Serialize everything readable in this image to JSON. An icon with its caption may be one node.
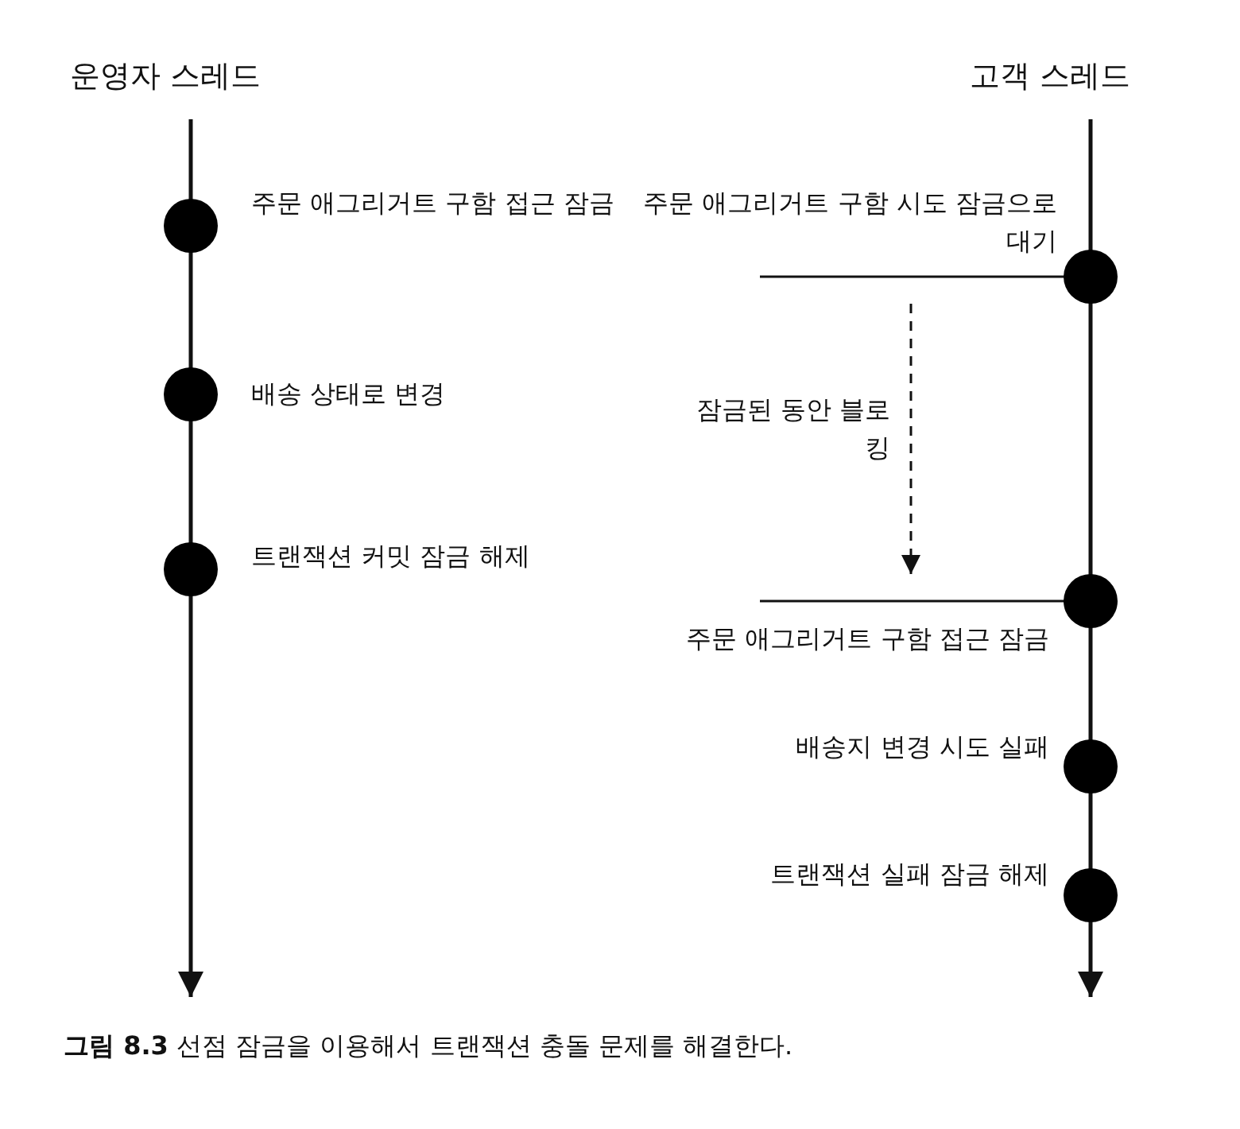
{
  "diagram": {
    "caption": "**그림 8.3** 선점 잠금을 이용해서 트랜잭션 충돌 문제를 해결한다.",
    "nodes": [
      {
        "text": [],
        "shape": "circle",
        "beside": [
          "주문 애그리거트 구함 접근 잠금"
        ]
      },
      {
        "text": [],
        "shape": "circle",
        "beside": [
          "배송 상태로 변경"
        ]
      },
      {
        "text": [],
        "shape": "circle",
        "beside": [
          "트랜잭션 커밋 잠금 해제"
        ]
      },
      {
        "text": [],
        "shape": "circle",
        "beside": [
          "주문 애그리거트 구함 시도 잠금으로 대기"
        ]
      },
      {
        "text": [],
        "shape": "circle",
        "beside": [
          "주문 애그리거트 구함 접근 잠금"
        ]
      },
      {
        "text": [],
        "shape": "circle",
        "beside": [
          "배송지 변경 시도 실패"
        ]
      },
      {
        "text": [],
        "shape": "circle",
        "beside": [
          "트랜잭션 실패 잠금 해제"
        ]
      }
    ],
    "edges": [
      {
        "from": 3,
        "to": 4,
        "arrow": "to",
        "style": "dashed",
        "label": "잠금된 동안 블로킹"
      }
    ],
    "labels": [
      "운영자 스레드",
      "고객 스레드"
    ]
  }
}
